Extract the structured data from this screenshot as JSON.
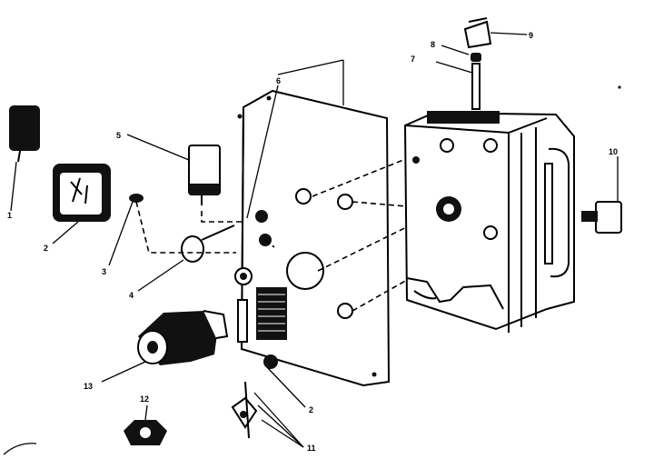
{
  "callouts": {
    "c1": "1",
    "c2": "2",
    "c2b": "2",
    "c3": "3",
    "c4": "4",
    "c5": "5",
    "c6": "6",
    "c7": "7",
    "c8": "8",
    "c9": "9",
    "c10": "10",
    "c11": "11",
    "c12": "12",
    "c13": "13"
  },
  "colors": {
    "ink": "#000000",
    "paper": "#ffffff"
  }
}
